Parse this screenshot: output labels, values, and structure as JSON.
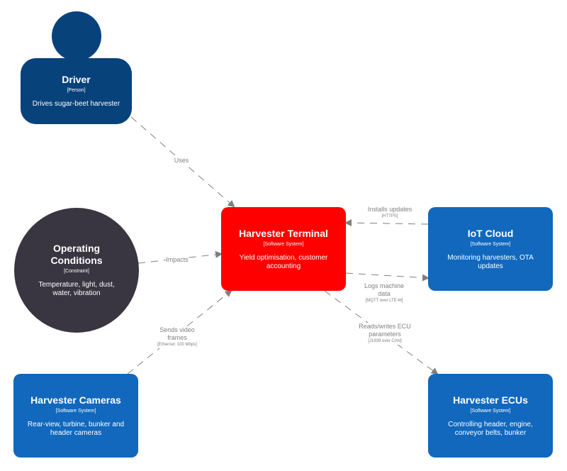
{
  "colors": {
    "person": "#08427b",
    "software_system": "#1168bd",
    "focus_system": "#ff0000",
    "constraint": "#393541",
    "edge": "#7f7f7f"
  },
  "nodes": {
    "driver": {
      "name": "Driver",
      "kind": "[Person]",
      "desc": "Drives sugar-beet harvester"
    },
    "terminal": {
      "name": "Harvester Terminal",
      "kind": "[Software System]",
      "desc": "Yield optimisation, customer accounting"
    },
    "iot": {
      "name": "IoT Cloud",
      "kind": "[Software System]",
      "desc": "Monitoring harvesters, OTA updates"
    },
    "conditions": {
      "name": "Operating Conditions",
      "kind": "[Constraint]",
      "desc": "Temperature, light, dust, water, vibration"
    },
    "cameras": {
      "name": "Harvester Cameras",
      "kind": "[Software System]",
      "desc": "Rear-view, turbine, bunker and header cameras"
    },
    "ecus": {
      "name": "Harvester ECUs",
      "kind": "[Software System]",
      "desc": "Controlling header, engine, conveyor belts, bunker"
    }
  },
  "edges": {
    "uses": {
      "label": "Uses",
      "tech": ""
    },
    "impacts": {
      "label": "Impacts",
      "tech": ""
    },
    "installs": {
      "label": "Installs updates",
      "tech": "[HTTPS]"
    },
    "logs": {
      "label": "Logs machine data",
      "tech": "[MQTT over LTE-M]"
    },
    "video": {
      "label": "Sends video frames",
      "tech": "[Ethernet: 100 Mbps]"
    },
    "ecu": {
      "label": "Reads/writes ECU parameters",
      "tech": "[J1939 over CAN]"
    }
  }
}
